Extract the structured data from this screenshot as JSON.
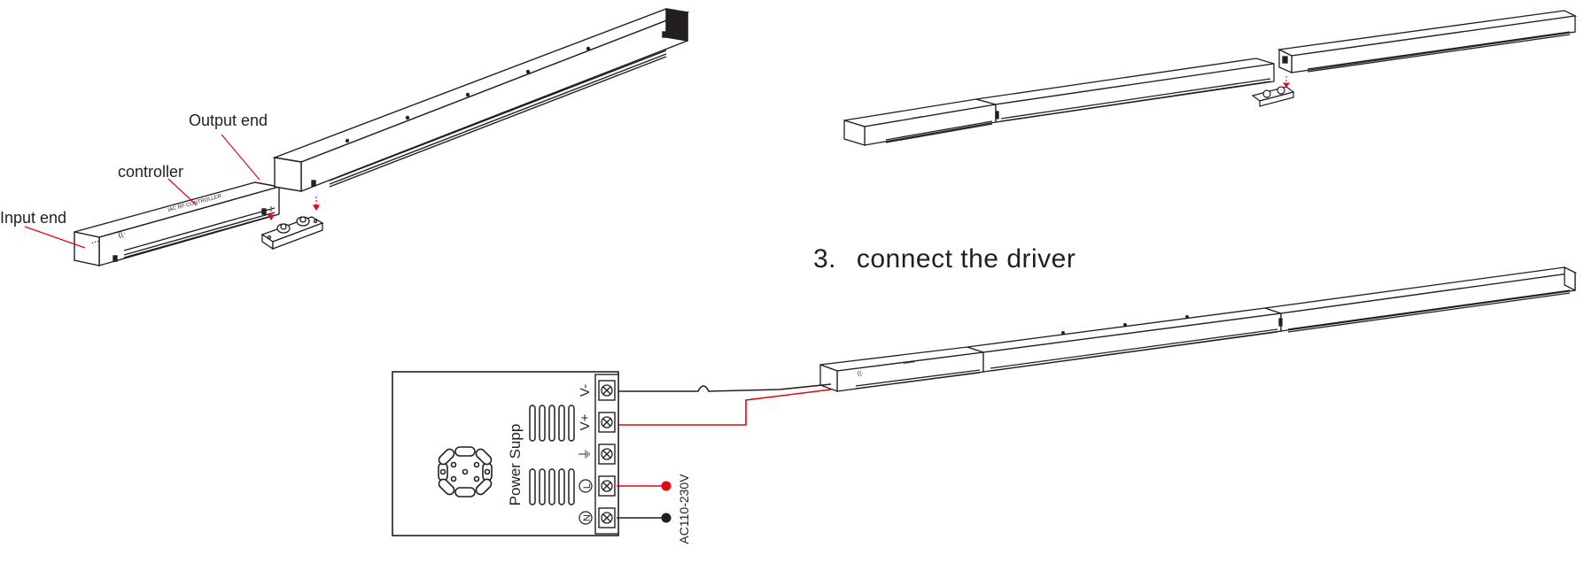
{
  "labels": {
    "input_end": "Input end",
    "controller": "controller",
    "output_end": "Output end"
  },
  "step3": {
    "number": "3.",
    "text": "connect the driver"
  },
  "power_supply": {
    "name": "Power Supp",
    "terminals": [
      "V-",
      "V+",
      "⏚",
      "L",
      "N"
    ],
    "ac_label": "AC110-230V"
  },
  "product_markings": {
    "controller_text": "IAC RF CONTROLLER"
  },
  "colors": {
    "line": "#231f20",
    "live_wire": "#e30613",
    "neutral_wire": "#231f20",
    "background": "#ffffff"
  }
}
